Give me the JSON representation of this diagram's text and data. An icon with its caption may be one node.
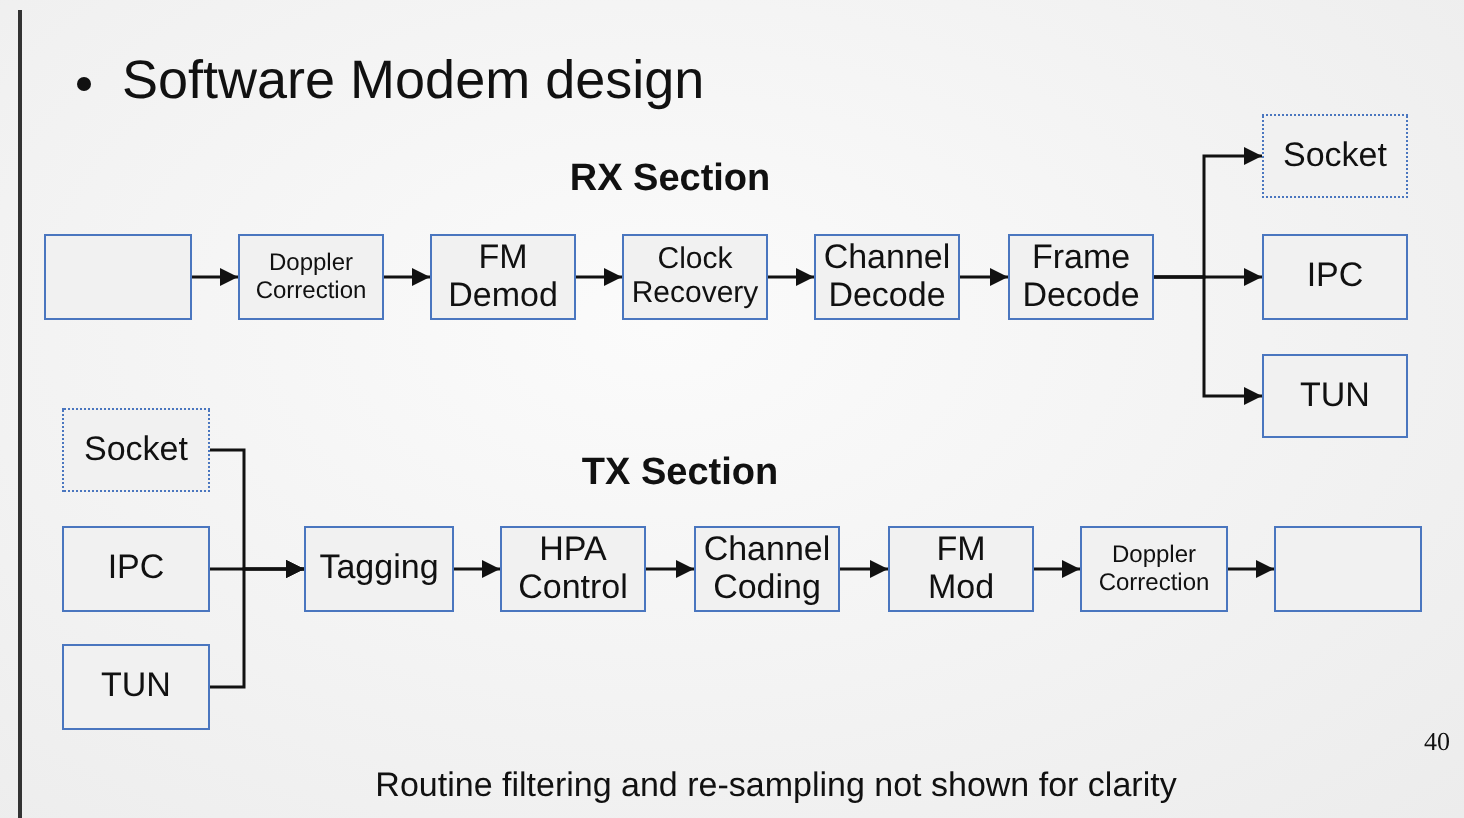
{
  "diagram": {
    "title": "Software Modem design",
    "caption": "Routine filtering and re-sampling not shown for clarity",
    "nodes": [
      {
        "text": [],
        "shape": "box"
      },
      {
        "text": [
          "Doppler Correction"
        ]
      },
      {
        "text": [
          "FM Demod"
        ]
      },
      {
        "text": [
          "Clock Recovery"
        ]
      },
      {
        "text": [
          "Channel Decode"
        ]
      },
      {
        "text": [
          "Frame Decode"
        ]
      },
      {
        "text": [
          "Socket"
        ]
      },
      {
        "text": [
          "IPC"
        ]
      },
      {
        "text": [
          "TUN"
        ]
      },
      {
        "text": [
          "Socket"
        ]
      },
      {
        "text": [
          "IPC"
        ]
      },
      {
        "text": [
          "TUN"
        ]
      },
      {
        "text": [
          "Tagging"
        ]
      },
      {
        "text": [
          "HPA Control"
        ]
      },
      {
        "text": [
          "Channel Coding"
        ]
      },
      {
        "text": [
          "FM Mod"
        ]
      },
      {
        "text": [
          "Doppler Correction"
        ]
      },
      {
        "text": [],
        "shape": "box"
      }
    ],
    "edges": [
      {
        "from": 0,
        "to": 1,
        "arrow": "to"
      },
      {
        "from": 1,
        "to": 2,
        "arrow": "to"
      },
      {
        "from": 2,
        "to": 3,
        "arrow": "to"
      },
      {
        "from": 3,
        "to": 4,
        "arrow": "to"
      },
      {
        "from": 4,
        "to": 5,
        "arrow": "to"
      },
      {
        "from": 5,
        "to": 6,
        "arrow": "to"
      },
      {
        "from": 5,
        "to": 7,
        "arrow": "to"
      },
      {
        "from": 5,
        "to": 8,
        "arrow": "to"
      },
      {
        "from": 9,
        "to": 12,
        "arrow": "to"
      },
      {
        "from": 10,
        "to": 12,
        "arrow": "to"
      },
      {
        "from": 11,
        "to": 12,
        "arrow": "to"
      },
      {
        "from": 12,
        "to": 13,
        "arrow": "to"
      },
      {
        "from": 13,
        "to": 14,
        "arrow": "to"
      },
      {
        "from": 14,
        "to": 15,
        "arrow": "to"
      },
      {
        "from": 15,
        "to": 16,
        "arrow": "to"
      },
      {
        "from": 16,
        "to": 17,
        "arrow": "to"
      }
    ],
    "labels": [
      "RX Section",
      "TX Section",
      "40"
    ]
  }
}
